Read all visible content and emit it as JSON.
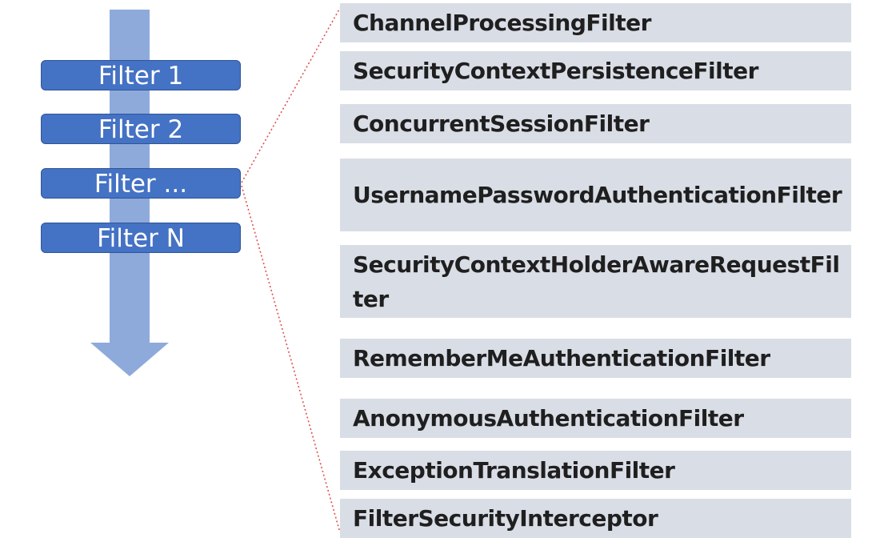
{
  "filters": {
    "f1": "Filter 1",
    "f2": "Filter 2",
    "f3": "Filter ...",
    "f4": "Filter N"
  },
  "security_chain": [
    "ChannelProcessingFilter",
    "SecurityContextPersistenceFilter",
    "ConcurrentSessionFilter",
    "UsernamePasswordAuthenticationFilter",
    "SecurityContextHolderAwareRequestFilter",
    "RememberMeAuthenticationFilter",
    "AnonymousAuthenticationFilter",
    "ExceptionTranslationFilter",
    "FilterSecurityInterceptor"
  ],
  "colors": {
    "filter_box": "#4472c4",
    "flow_arrow": "#8eaadb",
    "chain_item": "#d9dde6",
    "connector": "#e05050"
  }
}
